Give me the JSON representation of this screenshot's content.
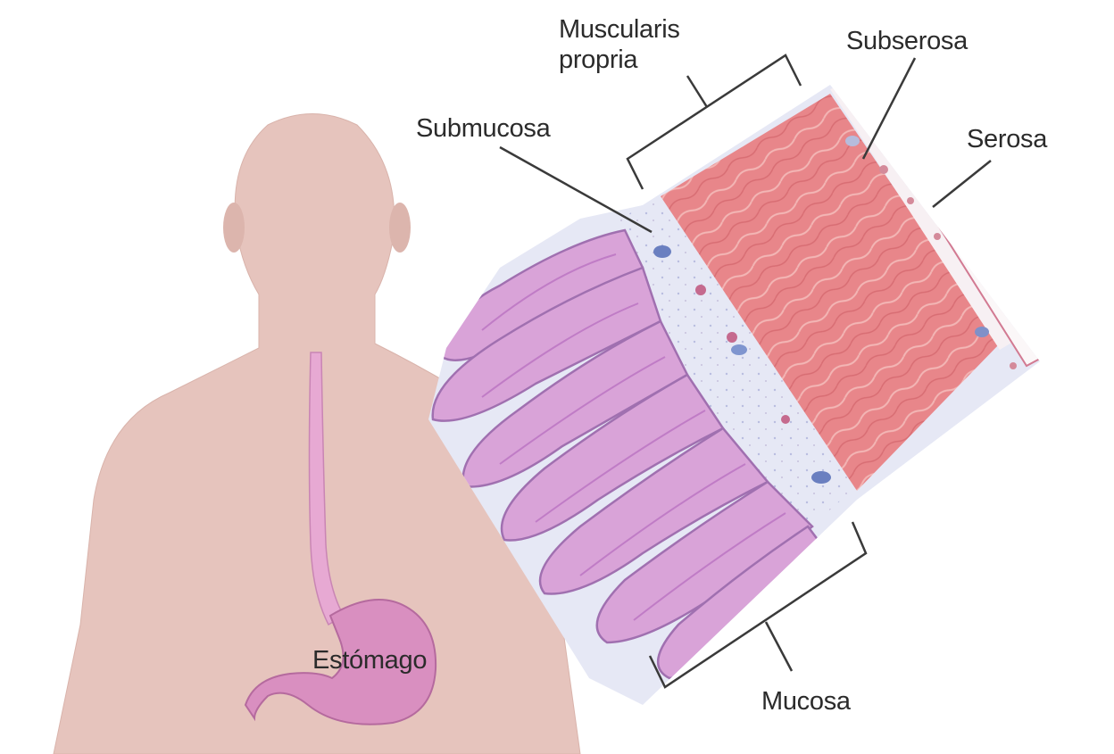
{
  "labels": {
    "muscularis_line1": "Muscularis",
    "muscularis_line2": "propria",
    "subserosa": "Subserosa",
    "serosa": "Serosa",
    "submucosa": "Submucosa",
    "estomago": "Estómago",
    "mucosa": "Mucosa"
  },
  "colors": {
    "body_skin": "#e6c4bd",
    "esophagus_stomach": "#d98fc0",
    "mucosa_folds": "#d9a3d8",
    "submucosa": "#e4e6f4",
    "muscularis": "#e8868a",
    "serosa_line": "#d27a92",
    "leader_line": "#3a3a3a"
  }
}
